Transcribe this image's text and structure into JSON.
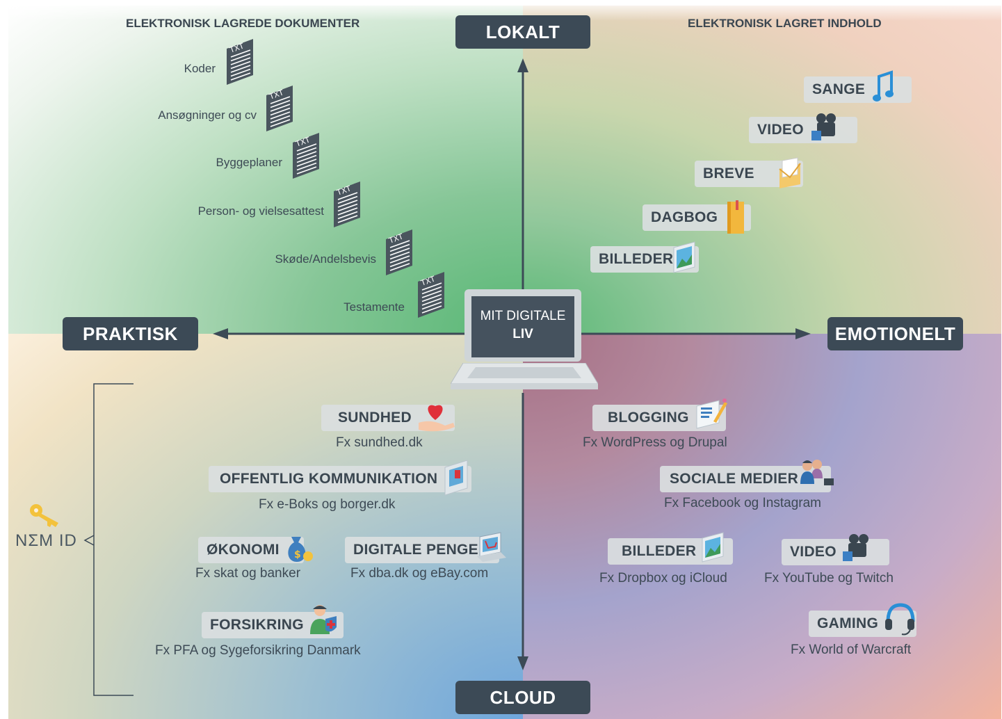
{
  "axes": {
    "top": "LOKALT",
    "bottom": "CLOUD",
    "left": "PRAKTISK",
    "right": "EMOTIONELT"
  },
  "quadrant_titles": {
    "top_left": "ELEKTRONISK LAGREDE DOKUMENTER",
    "top_right": "ELEKTRONISK LAGRET INDHOLD"
  },
  "center": {
    "line1": "MIT DIGITALE",
    "line2": "LIV"
  },
  "documents": [
    {
      "label": "Koder",
      "icon": "txt-document-icon"
    },
    {
      "label": "Ansøgninger og cv",
      "icon": "txt-document-icon"
    },
    {
      "label": "Byggeplaner",
      "icon": "txt-document-icon"
    },
    {
      "label": "Person- og vielsesattest",
      "icon": "txt-document-icon"
    },
    {
      "label": "Skøde/Andelsbevis",
      "icon": "txt-document-icon"
    },
    {
      "label": "Testamente",
      "icon": "txt-document-icon"
    }
  ],
  "doc_icon_text": "TXT",
  "local_content": [
    {
      "label": "SANGE",
      "icon": "music-note-icon"
    },
    {
      "label": "VIDEO",
      "icon": "video-camera-icon"
    },
    {
      "label": "BREVE",
      "icon": "envelope-icon"
    },
    {
      "label": "DAGBOG",
      "icon": "diary-icon"
    },
    {
      "label": "BILLEDER",
      "icon": "picture-icon"
    }
  ],
  "cloud_practical": [
    {
      "label": "SUNDHED",
      "sub": "Fx sundhed.dk",
      "icon": "heart-hand-icon"
    },
    {
      "label": "OFFENTLIG KOMMUNIKATION",
      "sub": "Fx e-Boks og borger.dk",
      "icon": "mail-box-icon"
    },
    {
      "label": "ØKONOMI",
      "sub": "Fx skat og banker",
      "icon": "money-bag-icon"
    },
    {
      "label": "DIGITALE PENGE",
      "sub": "Fx dba.dk og eBay.com",
      "icon": "laptop-cart-icon"
    },
    {
      "label": "FORSIKRING",
      "sub": "Fx PFA og Sygeforsikring Danmark",
      "icon": "person-shield-icon"
    }
  ],
  "cloud_emotional": [
    {
      "label": "BLOGGING",
      "sub": "Fx WordPress og Drupal",
      "icon": "blog-icon"
    },
    {
      "label": "SOCIALE MEDIER",
      "sub": "Fx Facebook og Instagram",
      "icon": "people-icon"
    },
    {
      "label": "BILLEDER",
      "sub": "Fx Dropbox og iCloud",
      "icon": "picture-icon"
    },
    {
      "label": "VIDEO",
      "sub": "Fx YouTube og Twitch",
      "icon": "video-camera-icon"
    },
    {
      "label": "GAMING",
      "sub": "Fx World of Warcraft",
      "icon": "headset-icon"
    }
  ],
  "nemid": {
    "label": "NΣM ID",
    "icon": "key-icon"
  },
  "colors": {
    "axis_label_bg": "#3c4a56",
    "arrow": "#3c4a56",
    "tag_bg": "#dadee0",
    "text": "#3a4650"
  }
}
